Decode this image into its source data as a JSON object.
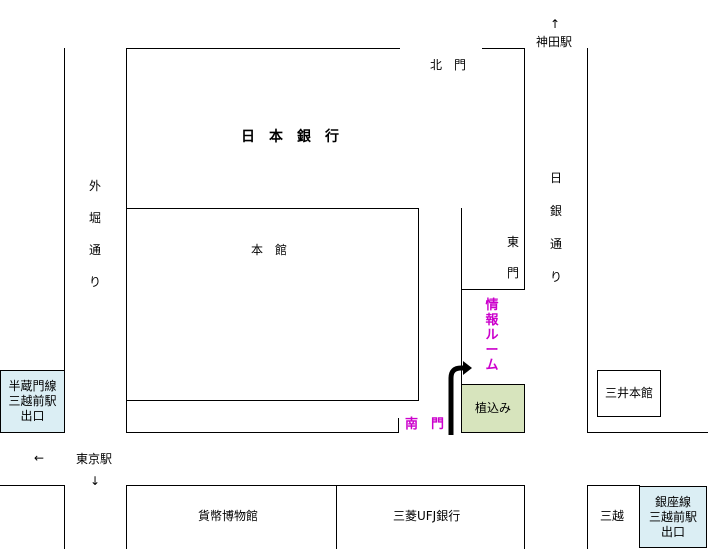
{
  "colors": {
    "magenta": "#cc00cc",
    "blue_box": "#dbeef4",
    "green_box": "#d7e4bd",
    "line": "#000000"
  },
  "labels": {
    "kanda_station": "神田駅",
    "north_gate": "北　門",
    "boj": "日　本　銀　行",
    "main_building": "本　館",
    "east_gate_1": "東",
    "east_gate_2": "門",
    "south_gate": "南　門",
    "tokyo_station": "東京駅",
    "currency_museum": "貨幣博物館",
    "mufg_bank": "三菱UFJ銀行",
    "mitsui_main": "三井本館",
    "mitsukoshi": "三越",
    "planting": "植込み",
    "info_room": [
      "情",
      "報",
      "ル",
      "ー",
      "ム"
    ],
    "sotobori_dori": [
      "外",
      "堀",
      "通",
      "り"
    ],
    "nichigin_dori": [
      "日",
      "銀",
      "通",
      "り"
    ],
    "hanzomon_exit": [
      "半蔵門線",
      "三越前駅",
      "出口"
    ],
    "ginza_exit": [
      "銀座線",
      "三越前駅",
      "出口"
    ]
  },
  "icons": {
    "up_arrow": "↑",
    "left_arrow": "←",
    "down_arrow": "↓"
  }
}
